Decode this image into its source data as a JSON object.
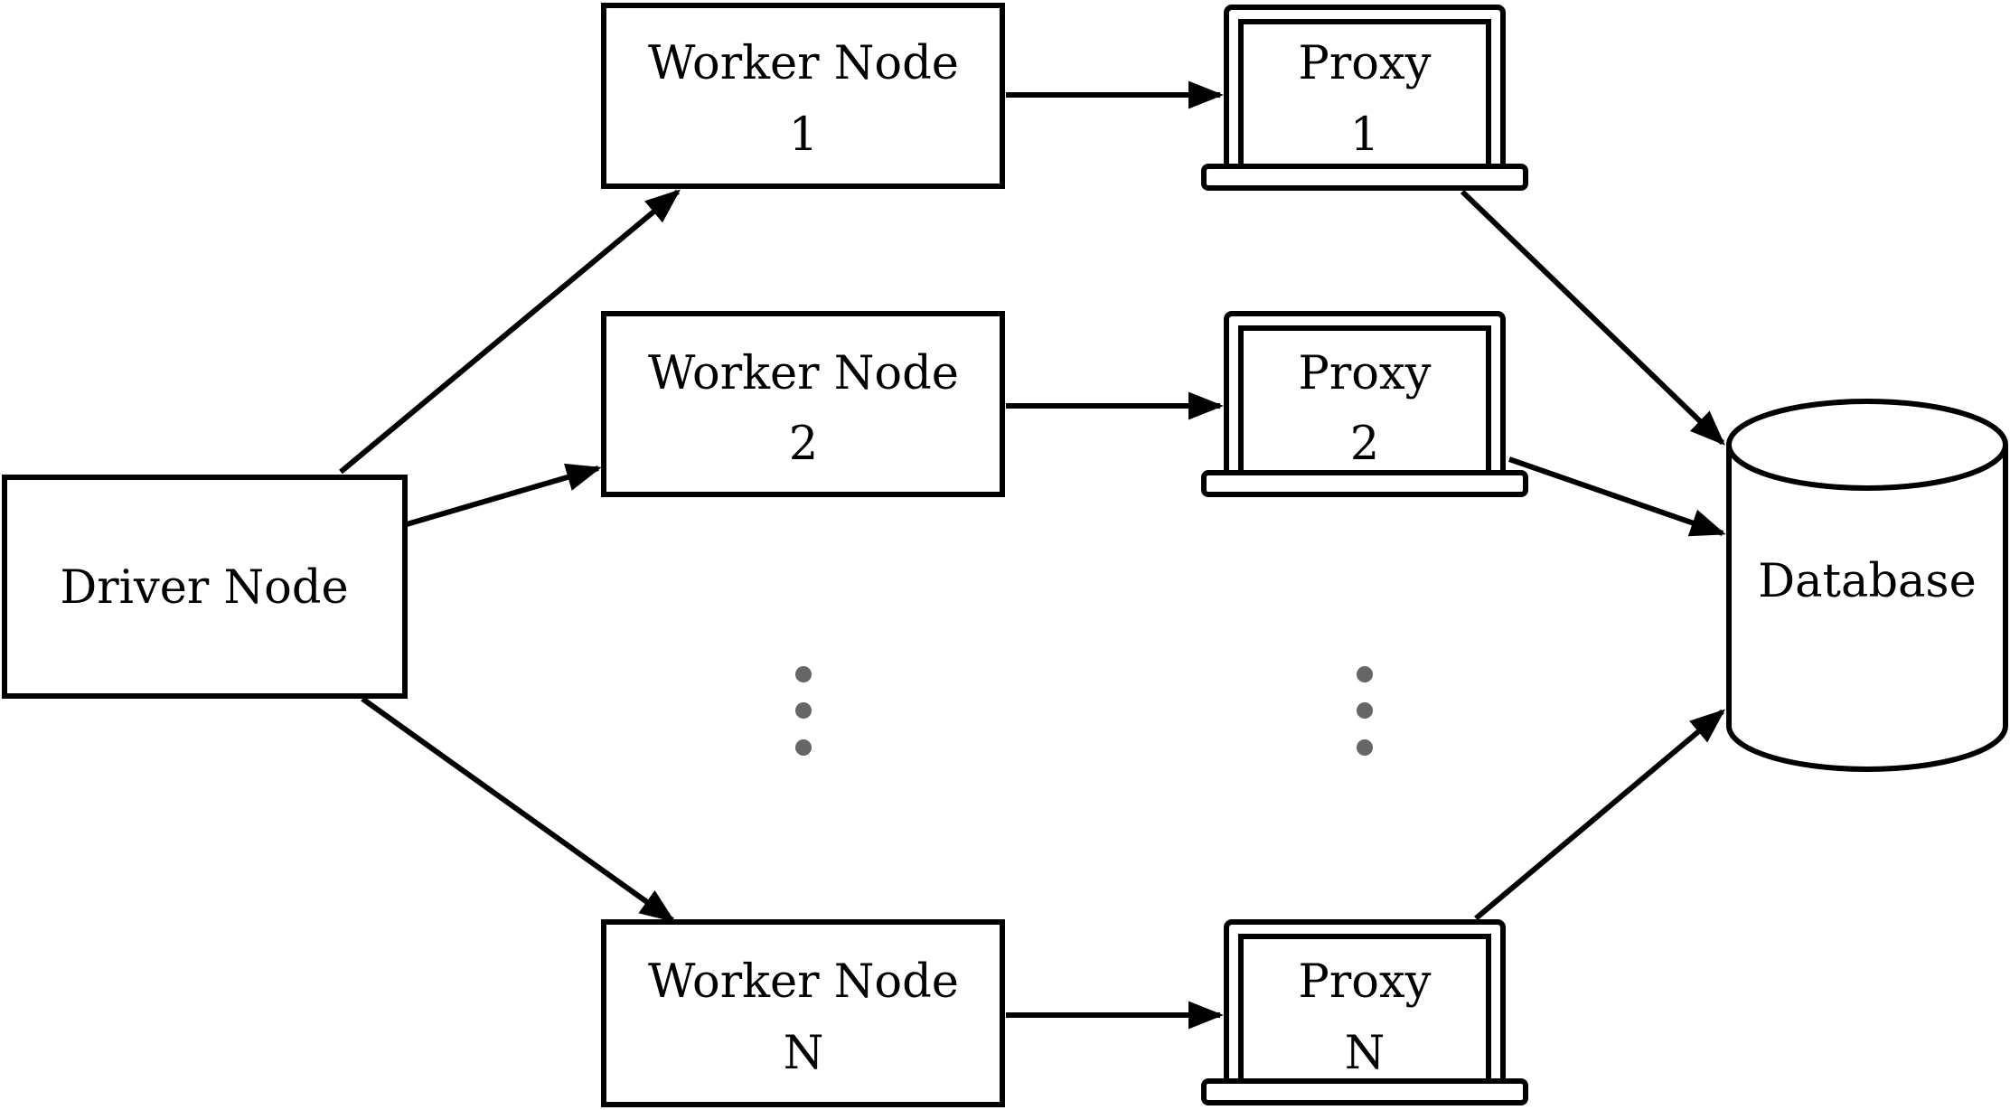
{
  "driver": {
    "label": "Driver Node"
  },
  "workers": [
    {
      "title": "Worker Node",
      "index": "1"
    },
    {
      "title": "Worker Node",
      "index": "2"
    },
    {
      "title": "Worker Node",
      "index": "N"
    }
  ],
  "proxies": [
    {
      "title": "Proxy",
      "index": "1",
      "icon": "laptop-icon"
    },
    {
      "title": "Proxy",
      "index": "2",
      "icon": "laptop-icon"
    },
    {
      "title": "Proxy",
      "index": "N",
      "icon": "laptop-icon"
    }
  ],
  "database": {
    "label": "Database",
    "icon": "cylinder-icon"
  },
  "ellipsis": {
    "icon": "vertical-ellipsis-icon",
    "color": "#666666"
  },
  "colors": {
    "stroke": "#000000",
    "background": "#ffffff"
  }
}
